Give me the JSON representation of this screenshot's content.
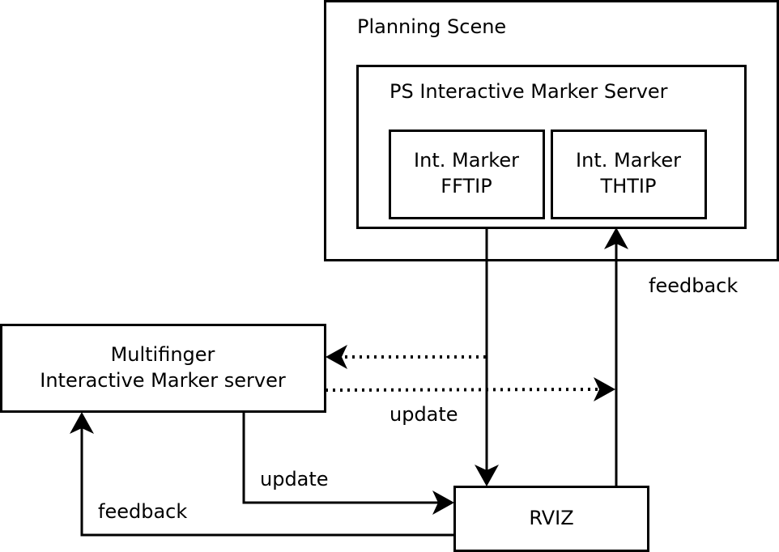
{
  "diagram": {
    "planning_scene": {
      "label": "Planning Scene"
    },
    "ps_server": {
      "label": "PS Interactive Marker Server"
    },
    "marker_fftip": {
      "line1": "Int. Marker",
      "line2": "FFTIP"
    },
    "marker_thtip": {
      "line1": "Int. Marker",
      "line2": "THTIP"
    },
    "multifinger": {
      "line1": "Multifinger",
      "line2": "Interactive Marker server"
    },
    "rviz": {
      "label": "RVIZ"
    },
    "edge_labels": {
      "feedback_top": "feedback",
      "update_dotted": "update",
      "update_bottom": "update",
      "feedback_bottom": "feedback"
    },
    "colors": {
      "stroke": "#000000",
      "fill": "#ffffff",
      "text": "#000000"
    }
  }
}
